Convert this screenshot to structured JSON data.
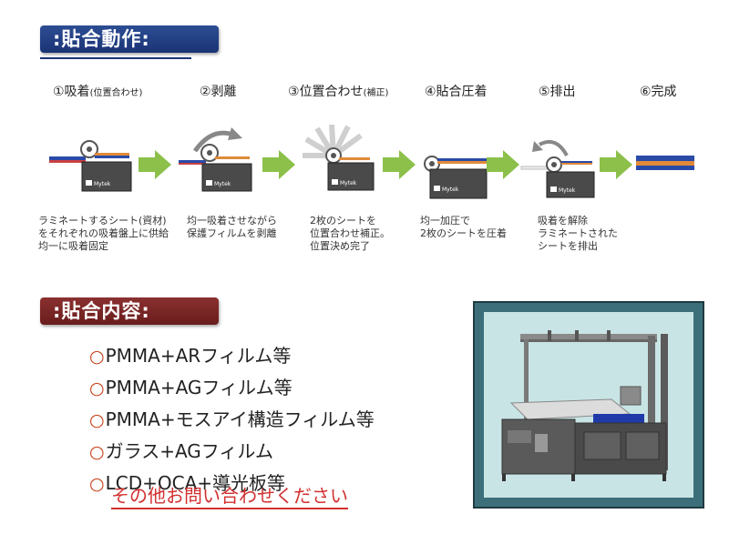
{
  "section1": {
    "title": ":貼合動作:"
  },
  "steps": [
    {
      "label": "①吸着",
      "sub": "(位置合わせ)",
      "desc": "ラミネートするシート(資材)\nをそれぞれの吸着盤上に供給\n均一に吸着固定"
    },
    {
      "label": "②剥離",
      "sub": "",
      "desc": "均一吸着させながら\n保護フィルムを剥離"
    },
    {
      "label": "③位置合わせ",
      "sub": "(補正)",
      "desc": "2枚のシートを\n位置合わせ補正。\n位置決め完了"
    },
    {
      "label": "④貼合圧着",
      "sub": "",
      "desc": "均一加圧で\n2枚のシートを圧着"
    },
    {
      "label": "⑤排出",
      "sub": "",
      "desc": "吸着を解除\nラミネートされた\nシートを排出"
    },
    {
      "label": "⑥完成",
      "sub": "",
      "desc": ""
    }
  ],
  "machine_label": "Mytek",
  "section2": {
    "title": ":貼合内容:"
  },
  "list_mark": "○",
  "items": [
    "PMMA+ARフィルム等",
    "PMMA+AGフィルム等",
    "PMMA+モスアイ構造フィルム等",
    "ガラス+AGフィルム",
    "LCD+OCA+導光板等"
  ],
  "contact": "その他お問い合わせください",
  "colors": {
    "blue_heading": "#1a3476",
    "red_heading": "#6a1c1c",
    "arrow_green": "#8cc04a",
    "accent_red": "#d23030"
  }
}
